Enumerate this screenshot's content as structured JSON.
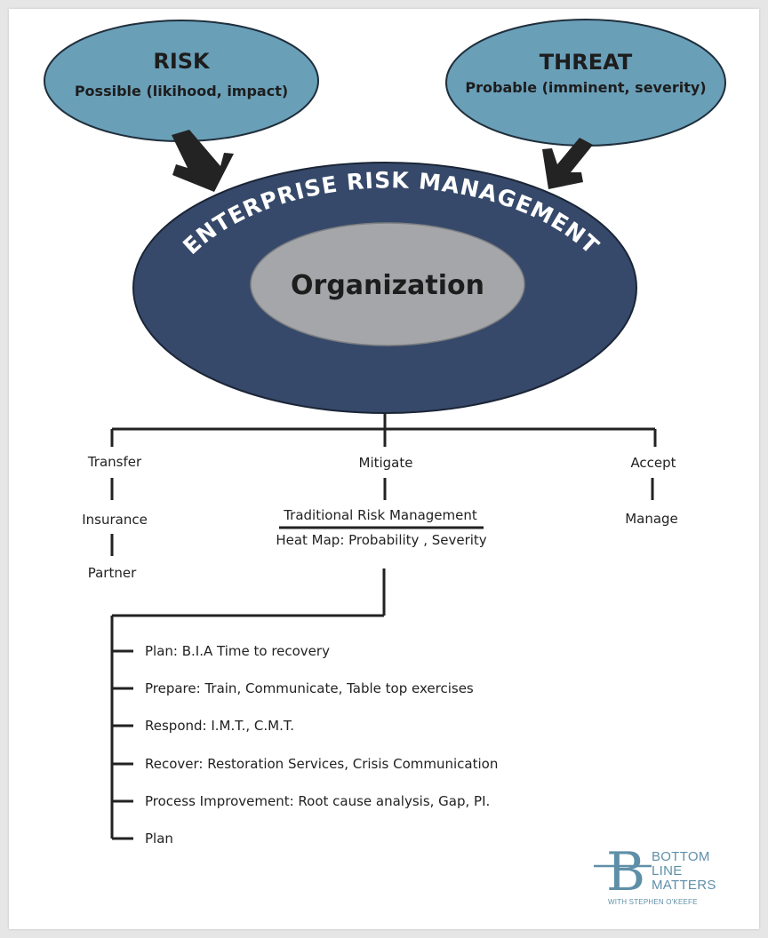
{
  "risk": {
    "title": "RISK",
    "subtitle": "Possible (likihood, impact)"
  },
  "threat": {
    "title": "THREAT",
    "subtitle": "Probable (imminent, severity)"
  },
  "erm": {
    "arc_text": "ENTERPRISE RISK MANAGEMENT",
    "center": "Organization"
  },
  "branches": {
    "transfer": {
      "label": "Transfer",
      "items": [
        "Insurance",
        "Partner"
      ]
    },
    "mitigate": {
      "label": "Mitigate",
      "traditional": "Traditional Risk Management",
      "heatmap": "Heat Map: Probability , Severity"
    },
    "accept": {
      "label": "Accept",
      "items": [
        "Manage"
      ]
    }
  },
  "steps": [
    "Plan: B.I.A Time to recovery",
    "Prepare: Train, Communicate, Table top exercises",
    "Respond: I.M.T., C.M.T.",
    "Recover: Restoration Services, Crisis Communication",
    "Process Improvement: Root cause analysis, Gap, PI.",
    "Plan"
  ],
  "logo": {
    "letter": "B",
    "line1": "BOTTOM",
    "line2": "LINE",
    "line3": "MATTERS",
    "tagline": "WITH STEPHEN O'KEEFE"
  },
  "colors": {
    "ellipse_light": "#6a9fb8",
    "ellipse_dark": "#36496a",
    "organization": "#a4a6a9",
    "logo_blue": "#5f8fa8",
    "text": "#222222"
  }
}
